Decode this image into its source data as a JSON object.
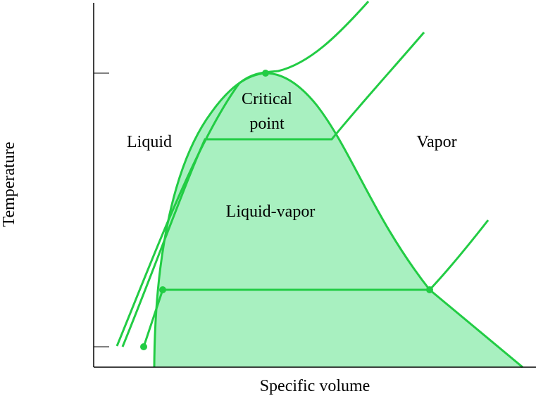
{
  "diagram": {
    "axes": {
      "x_label": "Specific volume",
      "y_label": "Temperature"
    },
    "regions": {
      "liquid": "Liquid",
      "vapor": "Vapor",
      "liquid_vapor": "Liquid-vapor"
    },
    "critical_point": {
      "line1": "Critical",
      "line2": "point"
    },
    "colors": {
      "curve": "#22cc44",
      "fill": "#a8f0c0",
      "axis": "#000000"
    }
  }
}
